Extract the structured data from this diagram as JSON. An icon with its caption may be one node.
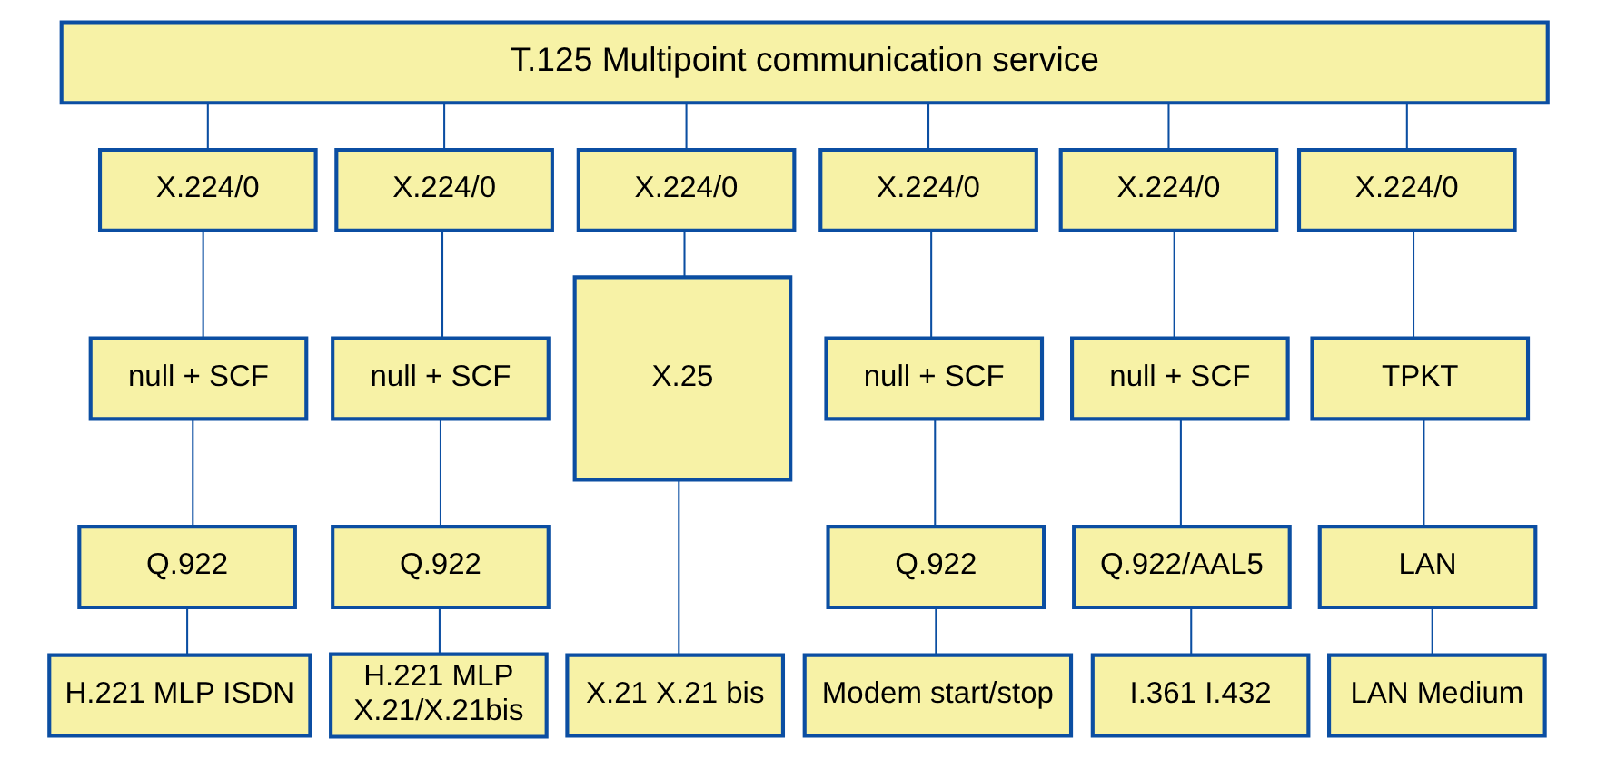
{
  "diagram": {
    "nodes": [
      {
        "text": [
          "T.125 Multipoint communication service"
        ]
      },
      {
        "text": [
          "X.224/0"
        ]
      },
      {
        "text": [
          "X.224/0"
        ]
      },
      {
        "text": [
          "X.224/0"
        ]
      },
      {
        "text": [
          "X.224/0"
        ]
      },
      {
        "text": [
          "X.224/0"
        ]
      },
      {
        "text": [
          "X.224/0"
        ]
      },
      {
        "text": [
          "null + SCF"
        ]
      },
      {
        "text": [
          "null + SCF"
        ]
      },
      {
        "text": [
          "X.25"
        ]
      },
      {
        "text": [
          "null + SCF"
        ]
      },
      {
        "text": [
          "null + SCF"
        ]
      },
      {
        "text": [
          "TPKT"
        ]
      },
      {
        "text": [
          "Q.922"
        ]
      },
      {
        "text": [
          "Q.922"
        ]
      },
      {
        "text": [
          "Q.922"
        ]
      },
      {
        "text": [
          "Q.922/AAL5"
        ]
      },
      {
        "text": [
          "LAN"
        ]
      },
      {
        "text": [
          "H.221 MLP ISDN"
        ]
      },
      {
        "text": [
          "H.221 MLP",
          "X.21/X.21bis"
        ]
      },
      {
        "text": [
          "X.21 X.21 bis"
        ]
      },
      {
        "text": [
          "Modem start/stop"
        ]
      },
      {
        "text": [
          "I.361 I.432"
        ]
      },
      {
        "text": [
          "LAN Medium"
        ]
      }
    ],
    "edges": [
      {
        "from": 0,
        "to": 1,
        "arrow": "none"
      },
      {
        "from": 0,
        "to": 2,
        "arrow": "none"
      },
      {
        "from": 0,
        "to": 3,
        "arrow": "none"
      },
      {
        "from": 0,
        "to": 4,
        "arrow": "none"
      },
      {
        "from": 0,
        "to": 5,
        "arrow": "none"
      },
      {
        "from": 0,
        "to": 6,
        "arrow": "none"
      },
      {
        "from": 1,
        "to": 7,
        "arrow": "none"
      },
      {
        "from": 2,
        "to": 8,
        "arrow": "none"
      },
      {
        "from": 3,
        "to": 9,
        "arrow": "none"
      },
      {
        "from": 4,
        "to": 10,
        "arrow": "none"
      },
      {
        "from": 5,
        "to": 11,
        "arrow": "none"
      },
      {
        "from": 6,
        "to": 12,
        "arrow": "none"
      },
      {
        "from": 7,
        "to": 13,
        "arrow": "none"
      },
      {
        "from": 8,
        "to": 14,
        "arrow": "none"
      },
      {
        "from": 10,
        "to": 15,
        "arrow": "none"
      },
      {
        "from": 11,
        "to": 16,
        "arrow": "none"
      },
      {
        "from": 12,
        "to": 17,
        "arrow": "none"
      },
      {
        "from": 13,
        "to": 18,
        "arrow": "none"
      },
      {
        "from": 14,
        "to": 19,
        "arrow": "none"
      },
      {
        "from": 9,
        "to": 20,
        "arrow": "none"
      },
      {
        "from": 15,
        "to": 21,
        "arrow": "none"
      },
      {
        "from": 16,
        "to": 22,
        "arrow": "none"
      },
      {
        "from": 17,
        "to": 23,
        "arrow": "none"
      }
    ]
  }
}
